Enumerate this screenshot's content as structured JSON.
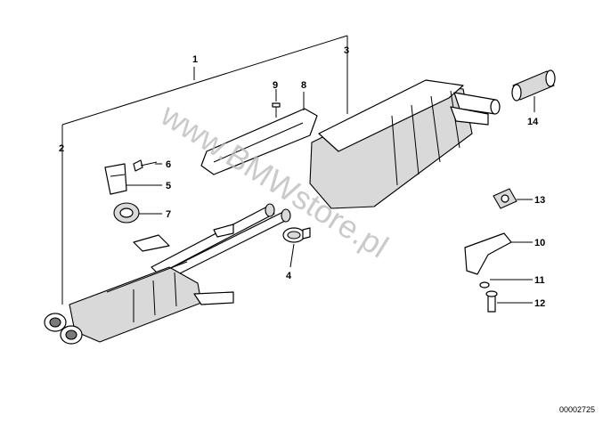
{
  "diagram": {
    "reference_number": "00002725",
    "watermark": "www.BMWstore.pl",
    "callouts": [
      "1",
      "2",
      "3",
      "4",
      "5",
      "6",
      "7",
      "8",
      "9",
      "10",
      "11",
      "12",
      "13",
      "14"
    ]
  }
}
